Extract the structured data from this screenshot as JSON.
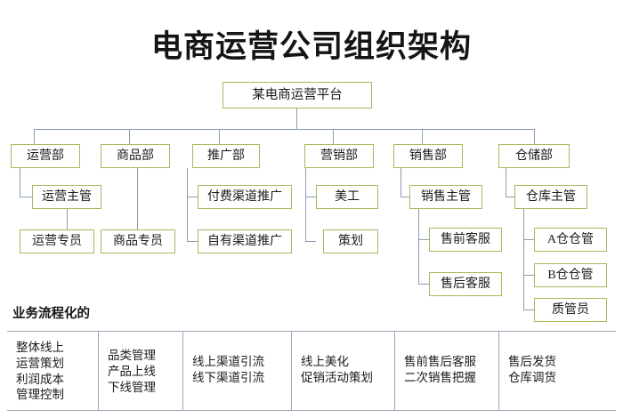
{
  "title": "电商运营公司组织架构",
  "colors": {
    "node_border": "#a8b95d",
    "connector": "#8a9cb0",
    "table_border": "#9aa7b5",
    "text": "#1b1b1b"
  },
  "org": {
    "root": {
      "label": "某电商运营平台"
    },
    "departments": [
      {
        "label": "运营部",
        "children": [
          {
            "label": "运营主管",
            "children": [
              {
                "label": "运营专员"
              }
            ]
          }
        ]
      },
      {
        "label": "商品部",
        "children": [
          {
            "label": "商品专员"
          }
        ]
      },
      {
        "label": "推广部",
        "children": [
          {
            "label": "付费渠道推广"
          },
          {
            "label": "自有渠道推广"
          }
        ]
      },
      {
        "label": "营销部",
        "children": [
          {
            "label": "美工"
          },
          {
            "label": "策划"
          }
        ]
      },
      {
        "label": "销售部",
        "children": [
          {
            "label": "销售主管",
            "children": [
              {
                "label": "售前客服"
              },
              {
                "label": "售后客服"
              }
            ]
          }
        ]
      },
      {
        "label": "仓储部",
        "children": [
          {
            "label": "仓库主管",
            "children": [
              {
                "label": "A仓仓管"
              },
              {
                "label": "B仓仓管"
              },
              {
                "label": "质管员"
              }
            ]
          }
        ]
      }
    ]
  },
  "flow": {
    "label": "业务流程化的",
    "cells": [
      "整体线上\n运营策划\n利润成本\n管理控制",
      "品类管理\n产品上线\n下线管理",
      "线上渠道引流\n线下渠道引流",
      "线上美化\n促销活动策划",
      "售前售后客服\n二次销售把握",
      "售后发货\n仓库调货"
    ]
  }
}
